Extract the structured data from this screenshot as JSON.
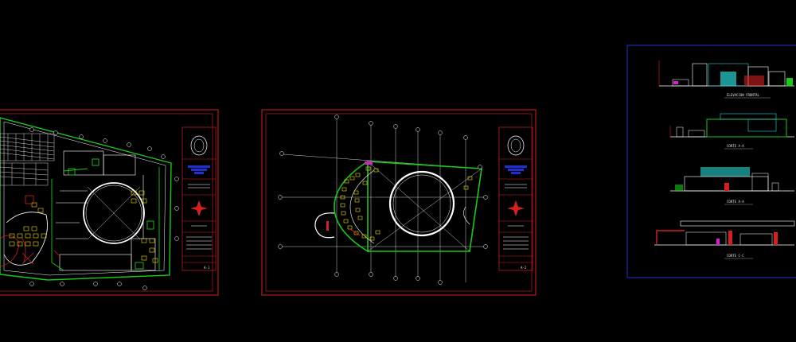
{
  "colors": {
    "background": "#000000",
    "sheet_border": "#d42020",
    "walls": "#ffffff",
    "green": "#19c819",
    "yellow": "#f0e000",
    "blue_frame": "#2030d0",
    "cyan": "#2ad4d4",
    "magenta": "#d020d0"
  },
  "sheets": [
    {
      "id": "plan-1",
      "sheet_number": "A-1"
    },
    {
      "id": "plan-2",
      "sheet_number": "A-2"
    }
  ],
  "elevations": {
    "labels": [
      "ELEVACION FRONTAL",
      "CORTE A-A",
      "CORTE A-A",
      "CORTE C-C"
    ]
  }
}
